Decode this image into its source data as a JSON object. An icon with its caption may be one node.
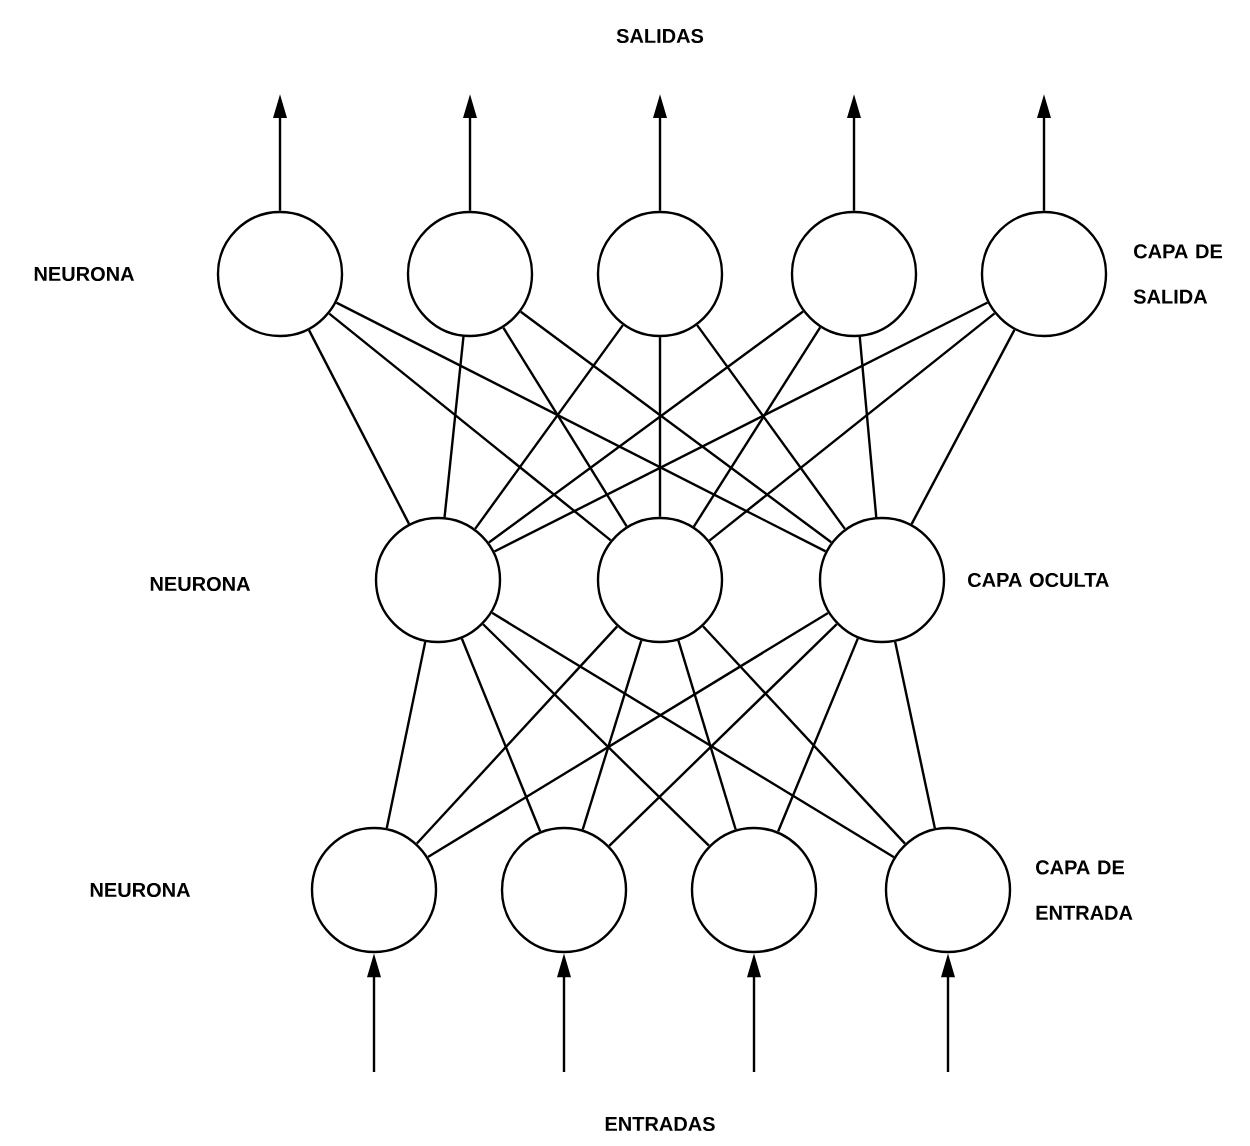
{
  "diagram": {
    "nodes": [
      {
        "text": [],
        "shape": "circle"
      },
      {
        "text": [],
        "shape": "circle"
      },
      {
        "text": [],
        "shape": "circle"
      },
      {
        "text": [],
        "shape": "circle"
      },
      {
        "text": [],
        "shape": "circle"
      },
      {
        "text": [],
        "shape": "circle"
      },
      {
        "text": [],
        "shape": "circle"
      },
      {
        "text": [],
        "shape": "circle"
      },
      {
        "text": [],
        "shape": "circle"
      },
      {
        "text": [],
        "shape": "circle"
      },
      {
        "text": [],
        "shape": "circle"
      },
      {
        "text": [],
        "shape": "circle"
      }
    ],
    "edges": [
      {
        "from": 0,
        "to": null,
        "arrow": "to"
      },
      {
        "from": 1,
        "to": null,
        "arrow": "to"
      },
      {
        "from": 2,
        "to": null,
        "arrow": "to"
      },
      {
        "from": 3,
        "to": null,
        "arrow": "to"
      },
      {
        "from": 4,
        "to": null,
        "arrow": "to"
      },
      {
        "from": 5,
        "to": 0,
        "arrow": "none"
      },
      {
        "from": 5,
        "to": 1,
        "arrow": "none"
      },
      {
        "from": 5,
        "to": 2,
        "arrow": "none"
      },
      {
        "from": 5,
        "to": 3,
        "arrow": "none"
      },
      {
        "from": 5,
        "to": 4,
        "arrow": "none"
      },
      {
        "from": 6,
        "to": 0,
        "arrow": "none"
      },
      {
        "from": 6,
        "to": 1,
        "arrow": "none"
      },
      {
        "from": 6,
        "to": 2,
        "arrow": "none"
      },
      {
        "from": 6,
        "to": 3,
        "arrow": "none"
      },
      {
        "from": 6,
        "to": 4,
        "arrow": "none"
      },
      {
        "from": 7,
        "to": 0,
        "arrow": "none"
      },
      {
        "from": 7,
        "to": 1,
        "arrow": "none"
      },
      {
        "from": 7,
        "to": 2,
        "arrow": "none"
      },
      {
        "from": 7,
        "to": 3,
        "arrow": "none"
      },
      {
        "from": 7,
        "to": 4,
        "arrow": "none"
      },
      {
        "from": 8,
        "to": 5,
        "arrow": "none"
      },
      {
        "from": 8,
        "to": 6,
        "arrow": "none"
      },
      {
        "from": 8,
        "to": 7,
        "arrow": "none"
      },
      {
        "from": 9,
        "to": 5,
        "arrow": "none"
      },
      {
        "from": 9,
        "to": 6,
        "arrow": "none"
      },
      {
        "from": 9,
        "to": 7,
        "arrow": "none"
      },
      {
        "from": 10,
        "to": 5,
        "arrow": "none"
      },
      {
        "from": 10,
        "to": 6,
        "arrow": "none"
      },
      {
        "from": 10,
        "to": 7,
        "arrow": "none"
      },
      {
        "from": 11,
        "to": 5,
        "arrow": "none"
      },
      {
        "from": 11,
        "to": 6,
        "arrow": "none"
      },
      {
        "from": 11,
        "to": 7,
        "arrow": "none"
      },
      {
        "from": null,
        "to": 8,
        "arrow": "to"
      },
      {
        "from": null,
        "to": 9,
        "arrow": "to"
      },
      {
        "from": null,
        "to": 10,
        "arrow": "to"
      },
      {
        "from": null,
        "to": 11,
        "arrow": "to"
      }
    ],
    "labels": [
      "SALIDAS",
      "NEURONA",
      "CAPA DE SALIDA",
      "NEURONA",
      "CAPA OCULTA",
      "NEURONA",
      "CAPA DE ENTRADA",
      "ENTRADAS"
    ]
  }
}
